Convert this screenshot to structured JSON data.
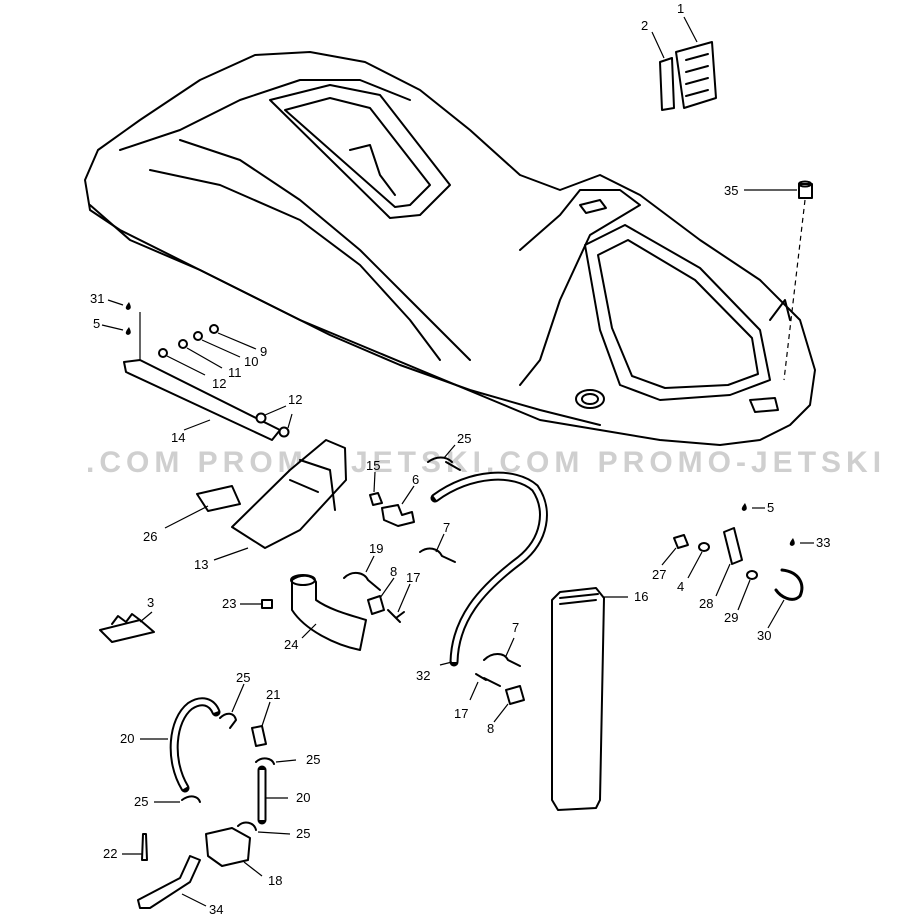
{
  "watermark": ".COM   PROMO-JETSKI.COM   PROMO-JETSKI",
  "callouts": [
    {
      "key": "1",
      "text": "1"
    },
    {
      "key": "2",
      "text": "2"
    },
    {
      "key": "35",
      "text": "35"
    },
    {
      "key": "31",
      "text": "31"
    },
    {
      "key": "5a",
      "text": "5"
    },
    {
      "key": "9",
      "text": "9"
    },
    {
      "key": "10",
      "text": "10"
    },
    {
      "key": "11",
      "text": "11"
    },
    {
      "key": "12a",
      "text": "12"
    },
    {
      "key": "12b",
      "text": "12"
    },
    {
      "key": "14",
      "text": "14"
    },
    {
      "key": "25a",
      "text": "25"
    },
    {
      "key": "15",
      "text": "15"
    },
    {
      "key": "6",
      "text": "6"
    },
    {
      "key": "26",
      "text": "26"
    },
    {
      "key": "13",
      "text": "13"
    },
    {
      "key": "7a",
      "text": "7"
    },
    {
      "key": "19",
      "text": "19"
    },
    {
      "key": "8a",
      "text": "8"
    },
    {
      "key": "17a",
      "text": "17"
    },
    {
      "key": "3",
      "text": "3"
    },
    {
      "key": "23",
      "text": "23"
    },
    {
      "key": "24",
      "text": "24"
    },
    {
      "key": "32",
      "text": "32"
    },
    {
      "key": "7b",
      "text": "7"
    },
    {
      "key": "17b",
      "text": "17"
    },
    {
      "key": "8b",
      "text": "8"
    },
    {
      "key": "16",
      "text": "16"
    },
    {
      "key": "5b",
      "text": "5"
    },
    {
      "key": "33",
      "text": "33"
    },
    {
      "key": "27",
      "text": "27"
    },
    {
      "key": "4",
      "text": "4"
    },
    {
      "key": "28",
      "text": "28"
    },
    {
      "key": "29",
      "text": "29"
    },
    {
      "key": "30",
      "text": "30"
    },
    {
      "key": "25b",
      "text": "25"
    },
    {
      "key": "21",
      "text": "21"
    },
    {
      "key": "20a",
      "text": "20"
    },
    {
      "key": "25c",
      "text": "25"
    },
    {
      "key": "25d",
      "text": "25"
    },
    {
      "key": "20b",
      "text": "20"
    },
    {
      "key": "25e",
      "text": "25"
    },
    {
      "key": "22",
      "text": "22"
    },
    {
      "key": "18",
      "text": "18"
    },
    {
      "key": "34",
      "text": "34"
    }
  ]
}
